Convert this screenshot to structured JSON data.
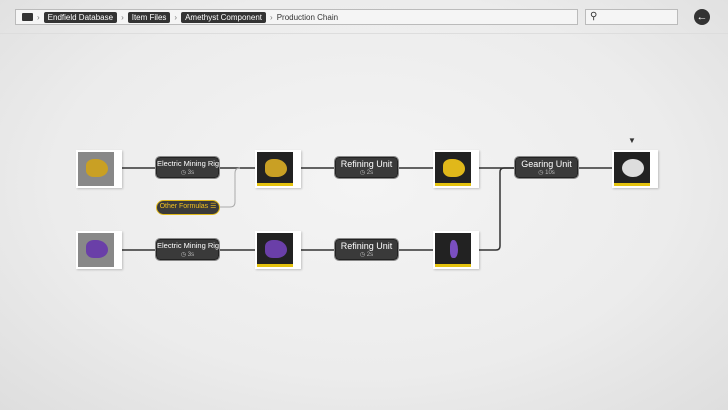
{
  "breadcrumb": {
    "items": [
      "Endfield Database",
      "Item Files",
      "Amethyst Component"
    ],
    "current": "Production Chain"
  },
  "search": {
    "placeholder": ""
  },
  "recipes": {
    "row1": {
      "ore_color": "#c9a024",
      "mid_color": "#c9a024",
      "machine1": {
        "name": "Electric Mining Rig",
        "time": "3s"
      },
      "machine2": {
        "name": "Refining Unit",
        "time": "2s"
      }
    },
    "row2": {
      "ore_color": "#6a3fa8",
      "mid_color": "#6a3fa8",
      "machine1": {
        "name": "Electric Mining Rig",
        "time": "3s"
      },
      "machine2": {
        "name": "Refining Unit",
        "time": "2s"
      }
    },
    "final": {
      "machine": {
        "name": "Gearing Unit",
        "time": "10s"
      }
    },
    "other_formulas": "Other Formulas"
  },
  "colors": {
    "accent": "#e0b81a",
    "dark": "#3a3a3a"
  }
}
